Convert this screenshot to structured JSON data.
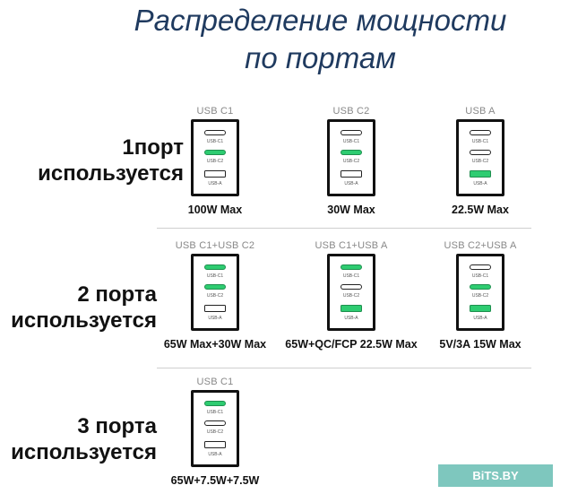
{
  "title": {
    "line1": "Распределение мощности",
    "line2": "по портам"
  },
  "port_labels": {
    "c1": "USB-C1",
    "c2": "USB-C2",
    "a": "USB-A"
  },
  "rows": [
    {
      "label": [
        "1порт",
        "используется"
      ],
      "items": [
        {
          "caption": "USB C1",
          "rating": "100W Max",
          "active": [
            "c2"
          ]
        },
        {
          "caption": "USB C2",
          "rating": "30W Max",
          "active": [
            "c2"
          ]
        },
        {
          "caption": "USB A",
          "rating": "22.5W Max",
          "active": [
            "a"
          ]
        }
      ]
    },
    {
      "label": [
        "2 порта",
        "используется"
      ],
      "items": [
        {
          "caption": "USB C1+USB C2",
          "rating": "65W Max+30W Max",
          "active": [
            "c1",
            "c2"
          ]
        },
        {
          "caption": "USB C1+USB A",
          "rating": "65W+QC/FCP 22.5W Max",
          "active": [
            "c1",
            "a"
          ]
        },
        {
          "caption": "USB C2+USB A",
          "rating": "5V/3A 15W Max",
          "active": [
            "c2",
            "a"
          ]
        }
      ]
    },
    {
      "label": [
        "3 порта",
        "используется"
      ],
      "items": [
        {
          "caption": "USB C1",
          "rating": "65W+7.5W+7.5W",
          "active": [
            "c1"
          ]
        }
      ]
    }
  ],
  "watermark": "BiTS.BY",
  "colors": {
    "active_port": "#2ecc71",
    "title": "#1f3a5f",
    "watermark_bg": "#7ec7be"
  }
}
